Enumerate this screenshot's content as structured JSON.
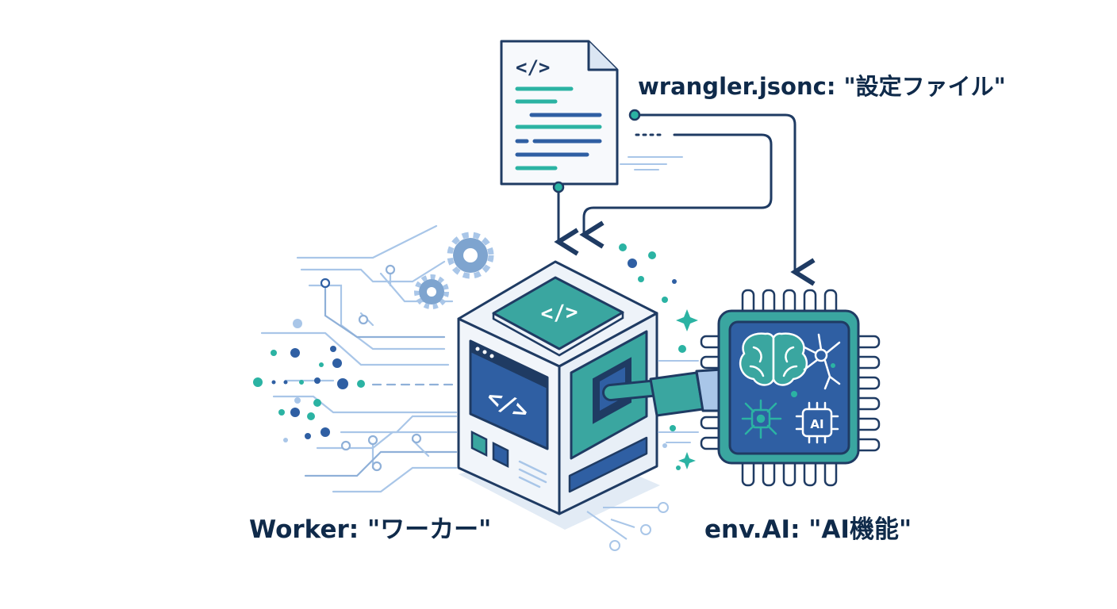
{
  "labels": {
    "config": "wrangler.jsonc: \"設定ファイル\"",
    "worker": "Worker:  \"ワーカー\"",
    "ai": "env.AI: \"AI機能\""
  },
  "glyphs": {
    "code": "</>",
    "ai_chip": "AI"
  },
  "colors": {
    "navy": "#1f3b63",
    "dark": "#0f2a4a",
    "teal": "#2bb3a3",
    "blue": "#2f5fa3",
    "light_blue": "#a9c6e8",
    "pale": "#eef3f9",
    "chip_teal": "#3aa6a0"
  },
  "icons": [
    "file-code-icon",
    "gear-icon",
    "brain-icon",
    "neuron-icon",
    "circuit-icon",
    "ai-chip-icon",
    "sparkle-icon"
  ]
}
